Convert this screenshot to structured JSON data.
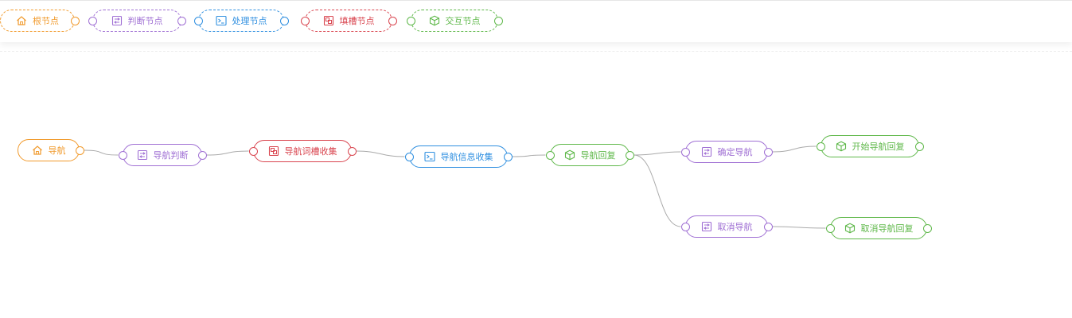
{
  "colors": {
    "root": "#f19a2c",
    "judge": "#a070d4",
    "process": "#2f8fe0",
    "slot": "#d9454f",
    "interact": "#5fb84a",
    "edge": "#aaaaaa"
  },
  "palette": [
    {
      "label": "根节点",
      "type": "root",
      "icon": "home-icon"
    },
    {
      "label": "判断节点",
      "type": "judge",
      "icon": "branch-icon"
    },
    {
      "label": "处理节点",
      "type": "process",
      "icon": "terminal-icon"
    },
    {
      "label": "填槽节点",
      "type": "slot",
      "icon": "slot-icon"
    },
    {
      "label": "交互节点",
      "type": "interact",
      "icon": "cube-icon"
    }
  ],
  "nodes": [
    {
      "id": "n1",
      "label": "导航",
      "type": "root",
      "icon": "home-icon"
    },
    {
      "id": "n2",
      "label": "导航判断",
      "type": "judge",
      "icon": "branch-icon"
    },
    {
      "id": "n3",
      "label": "导航词槽收集",
      "type": "slot",
      "icon": "slot-icon"
    },
    {
      "id": "n4",
      "label": "导航信息收集",
      "type": "process",
      "icon": "terminal-icon"
    },
    {
      "id": "n5",
      "label": "导航回复",
      "type": "interact",
      "icon": "cube-icon"
    },
    {
      "id": "n6",
      "label": "确定导航",
      "type": "judge",
      "icon": "branch-icon"
    },
    {
      "id": "n7",
      "label": "开始导航回复",
      "type": "interact",
      "icon": "cube-icon"
    },
    {
      "id": "n8",
      "label": "取消导航",
      "type": "judge",
      "icon": "branch-icon"
    },
    {
      "id": "n9",
      "label": "取消导航回复",
      "type": "interact",
      "icon": "cube-icon"
    }
  ],
  "edges": [
    {
      "from": "n1",
      "to": "n2"
    },
    {
      "from": "n2",
      "to": "n3"
    },
    {
      "from": "n3",
      "to": "n4"
    },
    {
      "from": "n4",
      "to": "n5"
    },
    {
      "from": "n5",
      "to": "n6"
    },
    {
      "from": "n5",
      "to": "n8"
    },
    {
      "from": "n6",
      "to": "n7"
    },
    {
      "from": "n8",
      "to": "n9"
    }
  ]
}
